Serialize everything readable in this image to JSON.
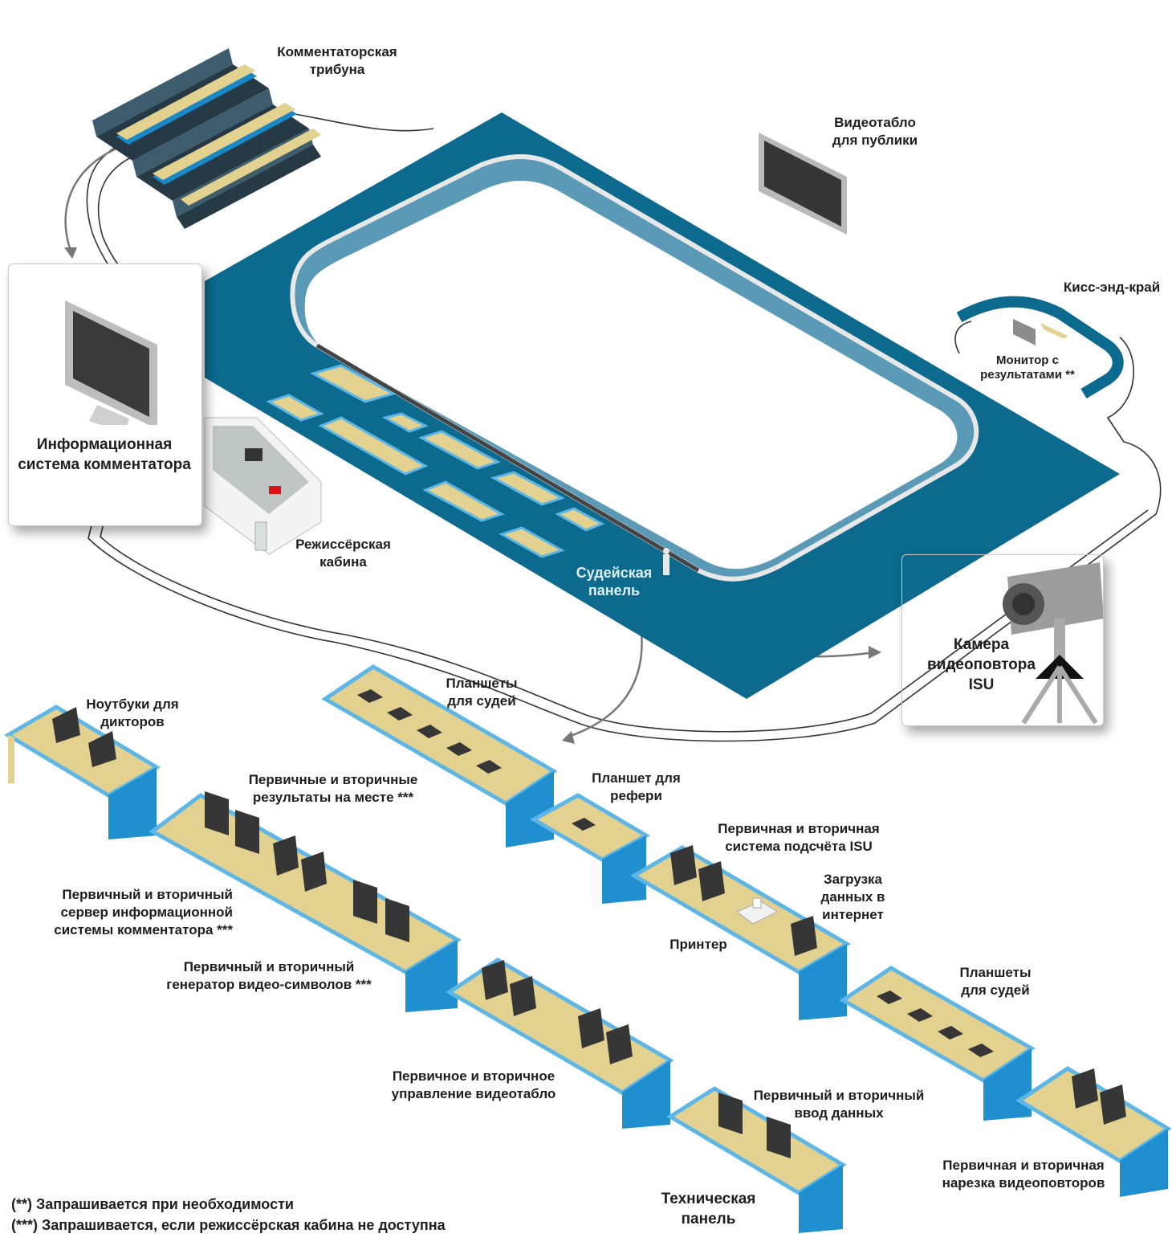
{
  "diagram": {
    "title": "Схема размещения оборудования на арене",
    "colors": {
      "floor": "#0c6a8f",
      "ice": "#ffffff",
      "board": "#5a9ab7",
      "desk_top": "#e3d18f",
      "desk_side": "#1f8fcf",
      "desk_edge": "#5eb6e6",
      "device": "#3a3a3a",
      "stand": "#3d5d6e",
      "cable": "#333333"
    },
    "labels": {
      "commentator_stand": "Комментаторская\nтрибуна",
      "public_screen": "Видеотабло\nдля публики",
      "kiss_and_cry": "Кисс-энд-край",
      "results_monitor": "Монитор с\nрезультатами **",
      "commentator_info_system": "Информационная\nсистема комментатора",
      "director_booth": "Режиссёрская\nкабина",
      "judges_panel": "Судейская\nпанель",
      "isu_replay_camera": "Камера\nвидеоповтора\nISU",
      "announcer_laptops": "Ноутбуки для\nдикторов",
      "judges_tablets_1": "Планшеты\nдля судей",
      "onsite_results": "Первичные и вторичные\nрезультаты на месте ***",
      "referee_tablet": "Планшет для\nрефери",
      "isu_scoring_system": "Первичная и вторичная\nсистема подсчёта ISU",
      "internet_upload": "Загрузка\nданных в\nинтернет",
      "printer": "Принтер",
      "cis_server": "Первичный и вторичный\nсервер информационной\nсистемы комментатора ***",
      "video_character_generator": "Первичный и вторичный\nгенератор видео-символов ***",
      "judges_tablets_2": "Планшеты\nдля судей",
      "scoreboard_control": "Первичное и вторичное\nуправление видеотабло",
      "data_input": "Первичный и вторичный\nввод данных",
      "replay_cutting": "Первичная и вторичная\nнарезка видеоповторов",
      "technical_panel": "Техническая\nпанель"
    },
    "footnotes": [
      "(**) Запрашивается при необходимости",
      "(***) Запрашивается, если режиссёрская кабина не доступна"
    ]
  }
}
